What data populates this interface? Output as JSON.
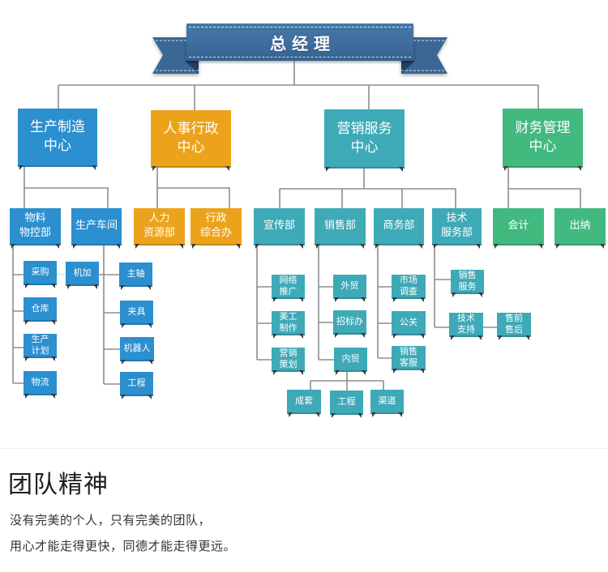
{
  "header": {
    "title": "总经理"
  },
  "colors": {
    "ribbon": "#3e6d9e",
    "connector": "#8d8d8d",
    "text": "#1e1e1e"
  },
  "org": {
    "centers": [
      {
        "name": "生产制造\n中心",
        "color": "#2b8fd0",
        "departments": [
          {
            "name": "物料\n物控部",
            "units": [
              {
                "name": "采购"
              },
              {
                "name": "仓库"
              },
              {
                "name": "生产\n计划"
              },
              {
                "name": "物流"
              }
            ]
          },
          {
            "name": "生产车间",
            "units": [
              {
                "name": "机加"
              },
              {
                "name": "主轴"
              },
              {
                "name": "夹具"
              },
              {
                "name": "机器人"
              },
              {
                "name": "工程"
              }
            ]
          }
        ]
      },
      {
        "name": "人事行政\n中心",
        "color": "#eca31b",
        "departments": [
          {
            "name": "人力\n资源部",
            "units": []
          },
          {
            "name": "行政\n综合办",
            "units": []
          }
        ]
      },
      {
        "name": "营销服务\n中心",
        "color": "#3ea9b7",
        "departments": [
          {
            "name": "宣传部",
            "units": [
              {
                "name": "网络\n推广"
              },
              {
                "name": "美工\n制作"
              },
              {
                "name": "营销\n策划"
              }
            ]
          },
          {
            "name": "销售部",
            "units": [
              {
                "name": "外贸"
              },
              {
                "name": "招标办"
              },
              {
                "name": "内贸",
                "children": [
                  {
                    "name": "成套"
                  },
                  {
                    "name": "工程"
                  },
                  {
                    "name": "渠道"
                  }
                ]
              }
            ]
          },
          {
            "name": "商务部",
            "units": [
              {
                "name": "市场\n调查"
              },
              {
                "name": "公关"
              },
              {
                "name": "销售\n客服"
              }
            ]
          },
          {
            "name": "技术\n服务部",
            "units": [
              {
                "name": "销售\n服务"
              },
              {
                "name": "技术\n支持",
                "children": [
                  {
                    "name": "售前\n售后"
                  }
                ]
              }
            ]
          }
        ]
      },
      {
        "name": "财务管理\n中心",
        "color": "#41b97f",
        "departments": [
          {
            "name": "会计",
            "units": []
          },
          {
            "name": "出纳",
            "units": []
          }
        ]
      }
    ]
  },
  "section": {
    "title": "团队精神",
    "lines": [
      "没有完美的个人，只有完美的团队，",
      "用心才能走得更快，同德才能走得更远。"
    ]
  }
}
